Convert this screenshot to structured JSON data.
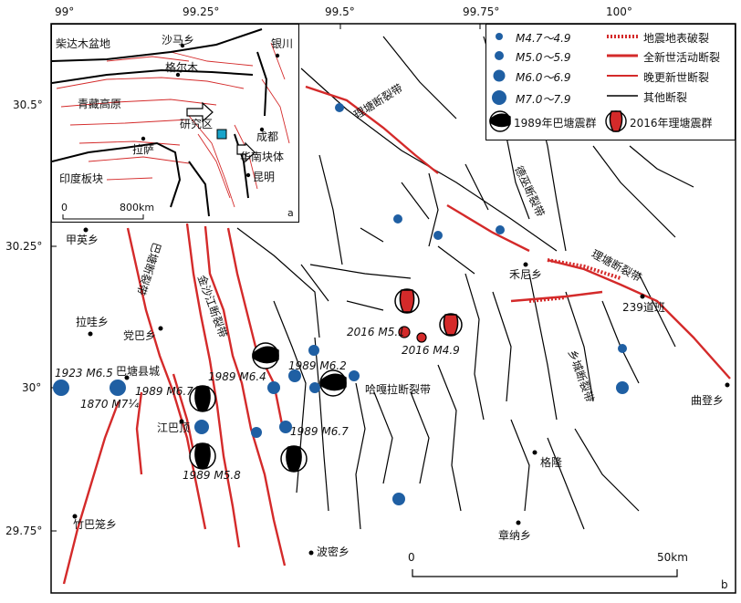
{
  "axes": {
    "lon_ticks": [
      "99°",
      "99.25°",
      "99.5°",
      "99.75°",
      "100°"
    ],
    "lat_ticks": [
      "30.5°",
      "30.25°",
      "30°",
      "29.75°"
    ]
  },
  "panel_labels": {
    "inset": "a",
    "main": "b"
  },
  "inset": {
    "labels": {
      "qaidam": "柴达木盆地",
      "shamaxiang": "沙马乡",
      "yinchuan": "银川",
      "golmud": "格尔木",
      "tibet_plateau": "青藏高原",
      "study_area": "研究区",
      "chengdu": "成都",
      "lhasa": "拉萨",
      "south_china_block": "华南块体",
      "kunming": "昆明",
      "indian_plate": "印度板块"
    },
    "scale": {
      "start": "0",
      "end": "800km"
    }
  },
  "legend": {
    "m47": "M4.7～4.9",
    "m50": "M5.0～5.9",
    "m60": "M6.0～6.9",
    "m70": "M7.0～7.9",
    "surface_rupture": "地震地表破裂",
    "holocene": "全新世活动断裂",
    "late_pleist": "晚更新世断裂",
    "other": "其他断裂",
    "swarm_1989": "1989年巴塘震群",
    "swarm_2016": "2016年理塘震群"
  },
  "map_labels": {
    "litang_fault_nw": "理塘断裂带",
    "litang_fault_se": "理塘断裂带",
    "dege_fault": "德巫断裂带",
    "xiangcheng_fault": "乡城断裂带",
    "jinshajiang_fault": "金沙江断裂带",
    "batang_fault": "巴塘断裂带",
    "hegala_fault": "哈嘎拉断裂带",
    "jiaying": "甲英乡",
    "laza": "拉哇乡",
    "dangba": "党巴乡",
    "batang": "巴塘县城",
    "jiangbading": "江巴顶",
    "zhubalong": "竹巴笼乡",
    "bomi": "波密乡",
    "zhangna": "章纳乡",
    "gelong": "格隆",
    "heni": "禾尼乡",
    "daoban": "239道班",
    "qudeng": "曲登乡",
    "eq_1923": "1923 M6.5",
    "eq_1870": "1870 M7¼",
    "eq_1989_67a": "1989 M6.7",
    "eq_1989_64": "1989 M6.4",
    "eq_1989_62": "1989 M6.2",
    "eq_1989_67b": "1989 M6.7",
    "eq_1989_58": "1989 M5.8",
    "eq_2016_51": "2016 M5.1",
    "eq_2016_49": "2016 M4.9"
  },
  "scale": {
    "start": "0",
    "end": "50km"
  },
  "colors": {
    "fault_red": "#d42a2a",
    "quake_blue": "#1f5fa3",
    "black": "#000000",
    "study_cyan": "#18a3c9"
  }
}
